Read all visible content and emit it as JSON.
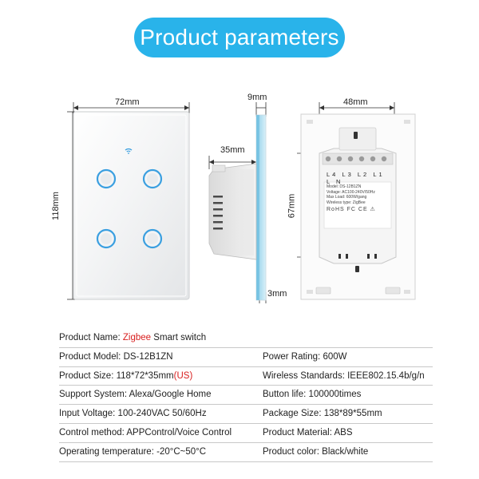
{
  "banner": {
    "title": "Product parameters"
  },
  "dimensions": {
    "front_width": "72mm",
    "front_height": "118mm",
    "side_top": "9mm",
    "side_body": "35mm",
    "side_bottom": "3mm",
    "back_width": "48mm",
    "back_height": "67mm"
  },
  "back_label": {
    "terminals": [
      "L4",
      "L3",
      "L2",
      "L1",
      "L",
      "N"
    ],
    "model": "Model: DS-12B1ZN",
    "voltage": "Voltage: AC100-240V/50Hz",
    "max_load": "Max Load: 600W/gang",
    "wireless": "Wireless type: ZigBee",
    "cert_marks": "RoHS FC CE ⚠"
  },
  "specs": [
    {
      "left": {
        "label": "Product Name:",
        "value_highlight": "Zigbee",
        "value": "Smart switch"
      },
      "right": null
    },
    {
      "left": {
        "label": "Product Model:",
        "value": "DS-12B1ZN"
      },
      "right": {
        "label": "Power Rating:",
        "value": "600W"
      }
    },
    {
      "left": {
        "label": "Product Size:",
        "value": "118*72*35mm",
        "value_highlight": "(US)"
      },
      "right": {
        "label": "Wireless Standards:",
        "value": "IEEE802.15.4b/g/n"
      }
    },
    {
      "left": {
        "label": "Support System:",
        "value": "Alexa/Google Home"
      },
      "right": {
        "label": "Button life:",
        "value": "100000times"
      }
    },
    {
      "left": {
        "label": "Input Voltage:",
        "value": "100-240VAC 50/60Hz"
      },
      "right": {
        "label": "Package Size:",
        "value": "138*89*55mm"
      }
    },
    {
      "left": {
        "label": "Control method:",
        "value": "APPControl/Voice Control"
      },
      "right": {
        "label": "Product Material:",
        "value": "ABS"
      }
    },
    {
      "left": {
        "label": "Operating temperature:",
        "value": "-20°C~50°C"
      },
      "right": {
        "label": "Product color:",
        "value": "Black/white"
      }
    }
  ],
  "colors": {
    "banner": "#29b3ea",
    "highlight": "#d81e1e",
    "touch_ring": "#3a9fe0"
  }
}
